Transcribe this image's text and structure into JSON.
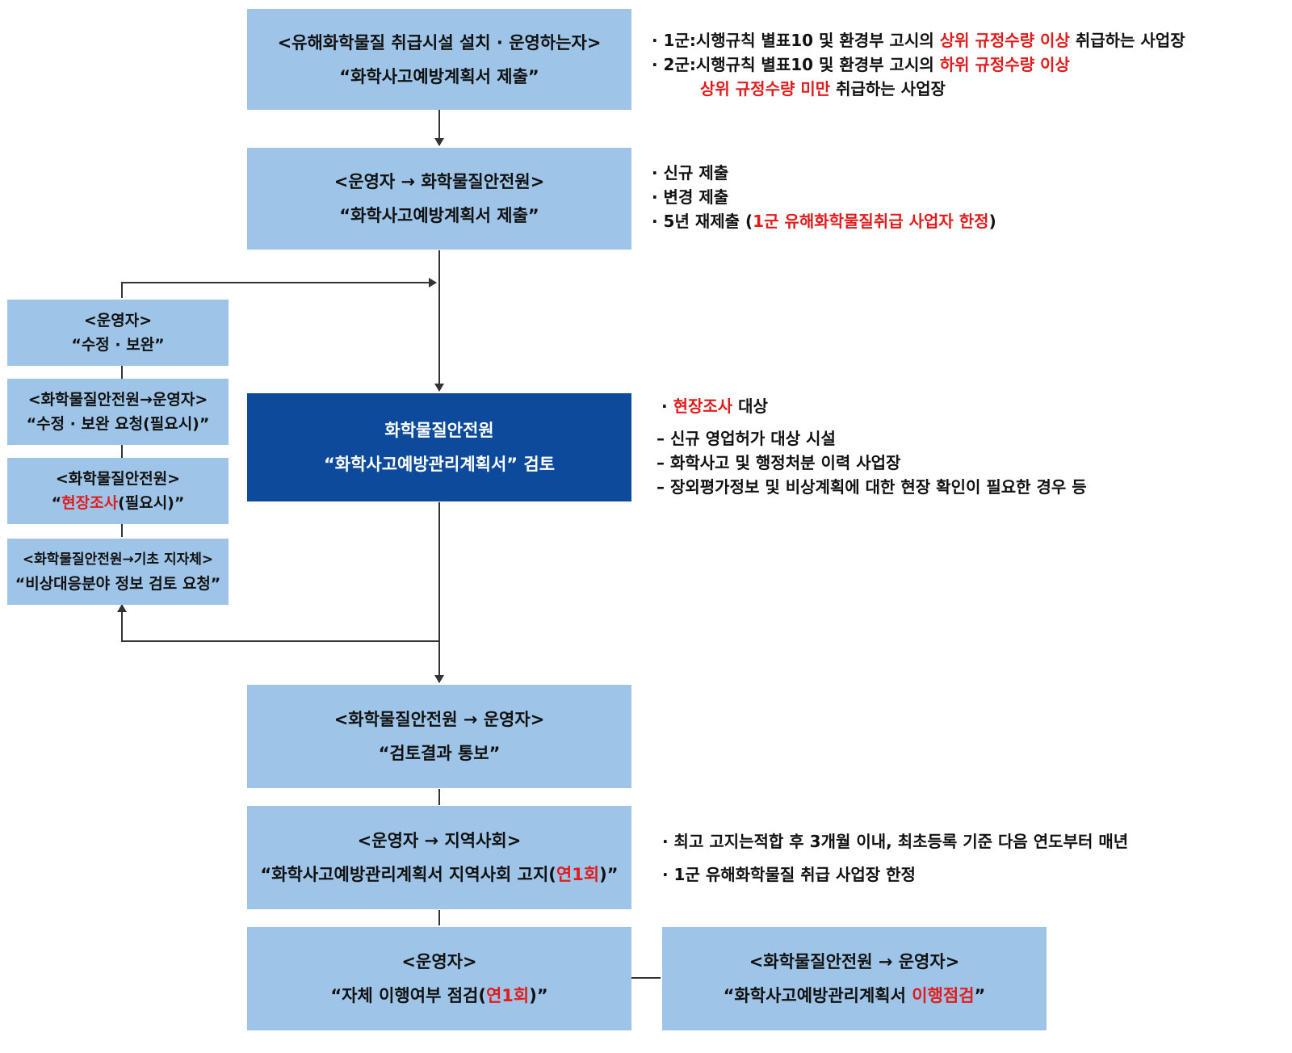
{
  "colors": {
    "box_light": "#9ec5e8",
    "box_dark": "#0d4a9c",
    "highlight": "#e01c1c",
    "connector": "#333333"
  },
  "main_flow": {
    "step1": {
      "line1": "<유해화학물질 취급시설 설치 · 운영하는자>",
      "line2": "“화학사고예방계획서 제출”"
    },
    "step2": {
      "line1": "<운영자 → 화학물질안전원>",
      "line2": "“화학사고예방계획서 제출”"
    },
    "step3": {
      "line1": "화학물질안전원",
      "line2": "“화학사고예방관리계획서” 검토"
    },
    "step4": {
      "line1": "<화학물질안전원 → 운영자>",
      "line2": "“검토결과 통보”"
    },
    "step5": {
      "line1": "<운영자 → 지역사회>",
      "line2_pre": "“화학사고예방관리계획서 지역사회 고지(",
      "line2_red": "연1회",
      "line2_post": ")”"
    },
    "step6": {
      "line1": "<운영자>",
      "line2_pre": "“자체 이행여부 점검(",
      "line2_red": "연1회",
      "line2_post": ")”"
    },
    "step7": {
      "line1": "<화학물질안전원 → 운영자>",
      "line2_pre": "“화학사고예방관리계획서 ",
      "line2_red": "이행점검",
      "line2_post": "”"
    }
  },
  "side_loop": {
    "box1": {
      "line1": "<운영자>",
      "line2": "“수정 · 보완”"
    },
    "box2": {
      "line1": "<화학물질안전원→운영자>",
      "line2": "“수정 · 보완 요청(필요시)”"
    },
    "box3": {
      "line1": "<화학물질안전원>",
      "line2_pre": "“",
      "line2_red": "현장조사",
      "line2_post": "(필요시)”"
    },
    "box4": {
      "line1": "<화학물질안전원→기초 지자체>",
      "line2": "“비상대응분야 정보 검토 요청”"
    }
  },
  "notes": {
    "n1": {
      "a_pre": "· 1군:시행규칙 별표10 및 환경부 고시의 ",
      "a_red": "상위 규정수량 이상",
      "a_post": " 취급하는 사업장",
      "b_pre": "· 2군:시행규칙 별표10 및 환경부 고시의 ",
      "b_red": "하위 규정수량 이상",
      "c_red": "상위 규정수량 미만",
      "c_post": " 취급하는 사업장"
    },
    "n2": {
      "a": "· 신규 제출",
      "b": "· 변경 제출",
      "c_pre": "· 5년 재제출 (",
      "c_red": "1군 유해화학물질취급 사업자 한정",
      "c_post": ")"
    },
    "n3": {
      "a_pre": "· ",
      "a_red": "현장조사",
      "a_post": " 대상",
      "b": "– 신규 영업허가 대상 시설",
      "c": "– 화학사고 및 행정처분 이력 사업장",
      "d": "– 장외평가정보 및 비상계획에 대한 현장 확인이 필요한 경우 등"
    },
    "n4": {
      "a": "· 최고 고지는적합 후 3개월 이내, 최초등록 기준 다음 연도부터 매년",
      "b": "· 1군 유해화학물질 취급 사업장 한정"
    }
  }
}
